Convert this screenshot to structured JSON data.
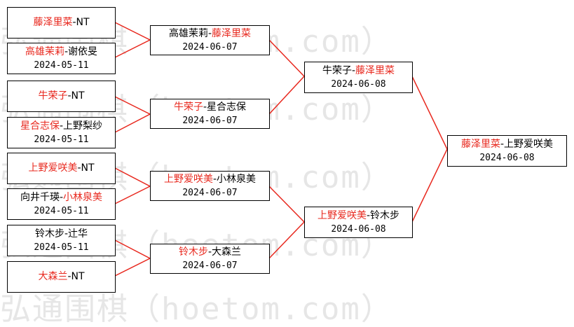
{
  "watermark": "弘通围棋（hoetom.com）",
  "line_color": "#e8281e",
  "winner_color": "#e8281e",
  "nodes": [
    {
      "id": "r1a",
      "p1": "藤泽里菜",
      "sep": "-",
      "p2": "NT",
      "winner": "p1",
      "date": ""
    },
    {
      "id": "r1b",
      "p1": "高雄茉莉",
      "sep": "-",
      "p2": "谢依旻",
      "winner": "p1",
      "date": "2024-05-11"
    },
    {
      "id": "r1c",
      "p1": "牛荣子",
      "sep": "-",
      "p2": "NT",
      "winner": "p1",
      "date": ""
    },
    {
      "id": "r1d",
      "p1": "星合志保",
      "sep": "-",
      "p2": "上野梨纱",
      "winner": "p1",
      "date": "2024-05-11"
    },
    {
      "id": "r1e",
      "p1": "上野爱咲美",
      "sep": "-",
      "p2": "NT",
      "winner": "p1",
      "date": ""
    },
    {
      "id": "r1f",
      "p1": "向井千瑛",
      "sep": "-",
      "p2": "小林泉美",
      "winner": "p2",
      "date": "2024-05-11"
    },
    {
      "id": "r1g",
      "p1": "铃木步",
      "sep": "-",
      "p2": "辻华",
      "winner": "none",
      "date": "2024-05-11"
    },
    {
      "id": "r1h",
      "p1": "大森兰",
      "sep": "-",
      "p2": "NT",
      "winner": "p1",
      "date": ""
    },
    {
      "id": "r2a",
      "p1": "高雄茉莉",
      "sep": "-",
      "p2": "藤泽里菜",
      "winner": "p2",
      "date": "2024-06-07"
    },
    {
      "id": "r2b",
      "p1": "牛荣子",
      "sep": "-",
      "p2": "星合志保",
      "winner": "p1",
      "date": "2024-06-07"
    },
    {
      "id": "r2c",
      "p1": "上野爱咲美",
      "sep": "-",
      "p2": "小林泉美",
      "winner": "p1",
      "date": "2024-06-07"
    },
    {
      "id": "r2d",
      "p1": "铃木步",
      "sep": "-",
      "p2": "大森兰",
      "winner": "p1",
      "date": "2024-06-07"
    },
    {
      "id": "r3a",
      "p1": "牛荣子",
      "sep": "-",
      "p2": "藤泽里菜",
      "winner": "p2",
      "date": "2024-06-08"
    },
    {
      "id": "r3b",
      "p1": "上野爱咲美",
      "sep": "-",
      "p2": "铃木步",
      "winner": "p1",
      "date": "2024-06-08"
    },
    {
      "id": "final",
      "p1": "藤泽里菜",
      "sep": "-",
      "p2": "上野爱咲美",
      "winner": "p1",
      "date": "2024-06-08"
    }
  ]
}
